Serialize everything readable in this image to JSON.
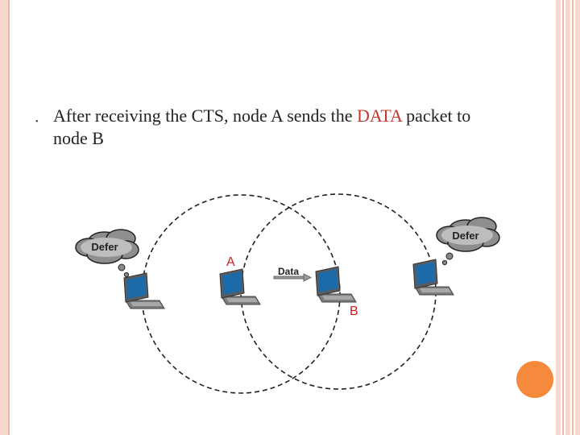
{
  "slide": {
    "bullet_char": "•",
    "text_before": "After receiving the CTS, node A sends the ",
    "text_highlight": "DATA",
    "text_after": " packet to node B",
    "highlight_color": "#c0392b"
  },
  "diagram": {
    "left_cloud_label": "Defer",
    "right_cloud_label": "Defer",
    "node_a_label": "A",
    "node_b_label": "B",
    "data_arrow_label": "Data",
    "node_label_color": "#cc1f1f"
  },
  "decor": {
    "accent_color": "#f58a3c",
    "frame_color": "#f6d8cc"
  }
}
